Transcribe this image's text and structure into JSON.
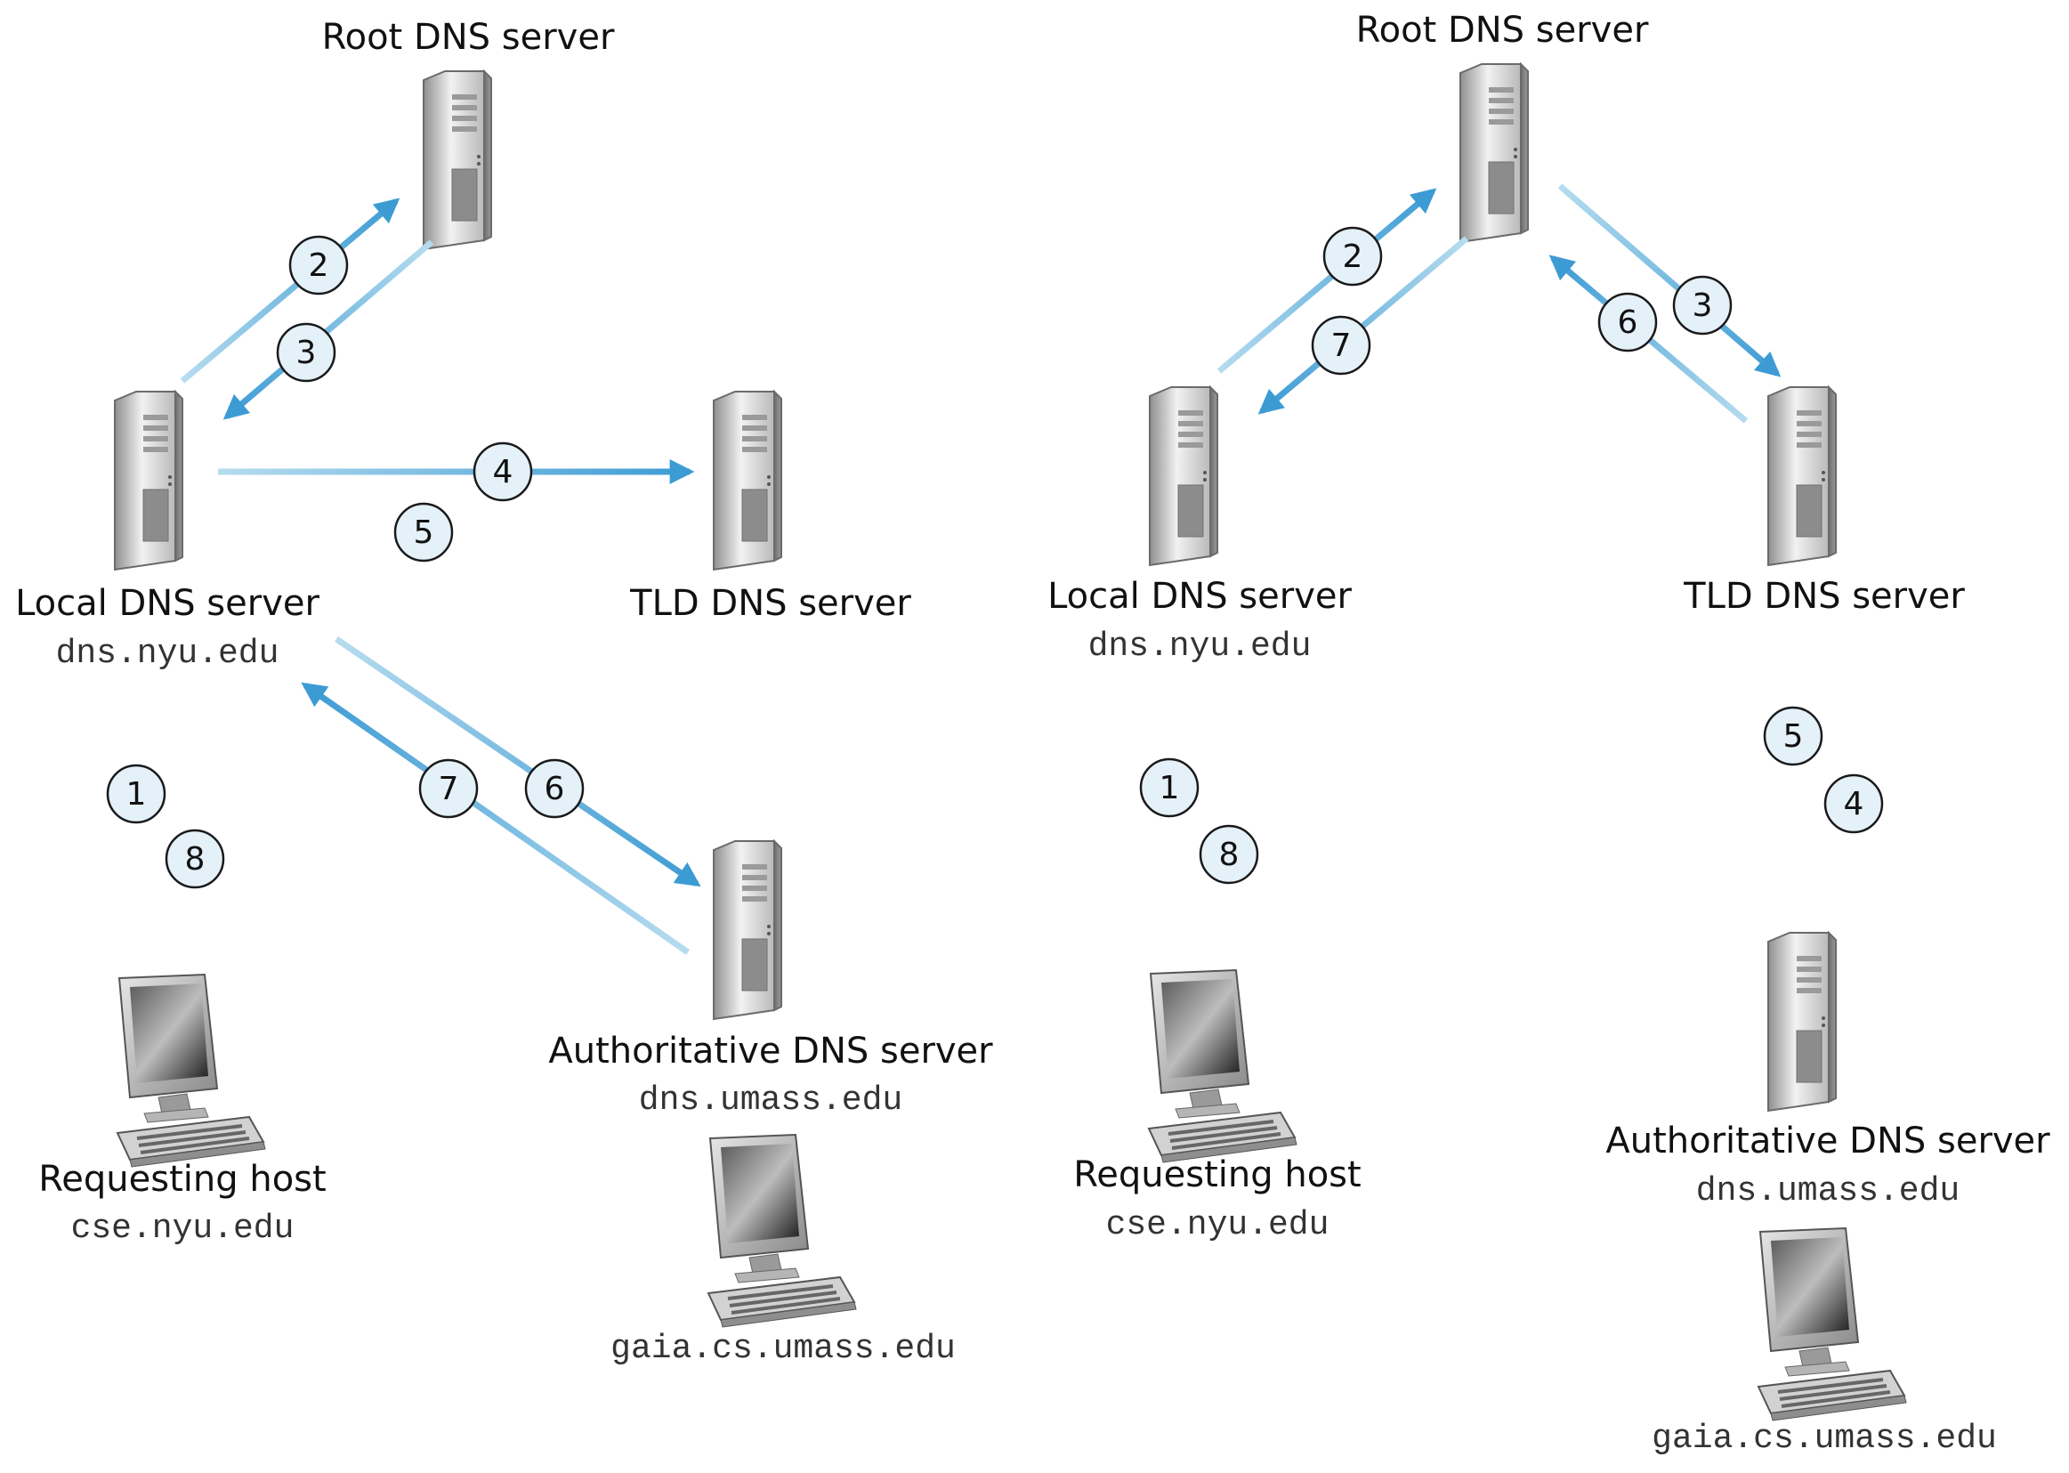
{
  "left_panel": {
    "root": "Root DNS server",
    "local": "Local DNS server",
    "local_host": "dns.nyu.edu",
    "tld": "TLD DNS server",
    "auth": "Authoritative DNS server",
    "auth_host": "dns.umass.edu",
    "requesting": "Requesting host",
    "requesting_host": "cse.nyu.edu",
    "target_host": "gaia.cs.umass.edu",
    "steps": {
      "s1": "1",
      "s2": "2",
      "s3": "3",
      "s4": "4",
      "s5": "5",
      "s6": "6",
      "s7": "7",
      "s8": "8"
    }
  },
  "right_panel": {
    "root": "Root DNS server",
    "local": "Local DNS server",
    "local_host": "dns.nyu.edu",
    "tld": "TLD DNS server",
    "auth": "Authoritative DNS server",
    "auth_host": "dns.umass.edu",
    "requesting": "Requesting host",
    "requesting_host": "cse.nyu.edu",
    "target_host": "gaia.cs.umass.edu",
    "steps": {
      "s1": "1",
      "s2": "2",
      "s3": "3",
      "s4": "4",
      "s5": "5",
      "s6": "6",
      "s7": "7",
      "s8": "8"
    }
  },
  "colors": {
    "arrow_dark": "#3d9bd4",
    "arrow_light": "#b6dcef",
    "step_fill": "#e4f1f9",
    "step_stroke": "#1a1a1a"
  }
}
